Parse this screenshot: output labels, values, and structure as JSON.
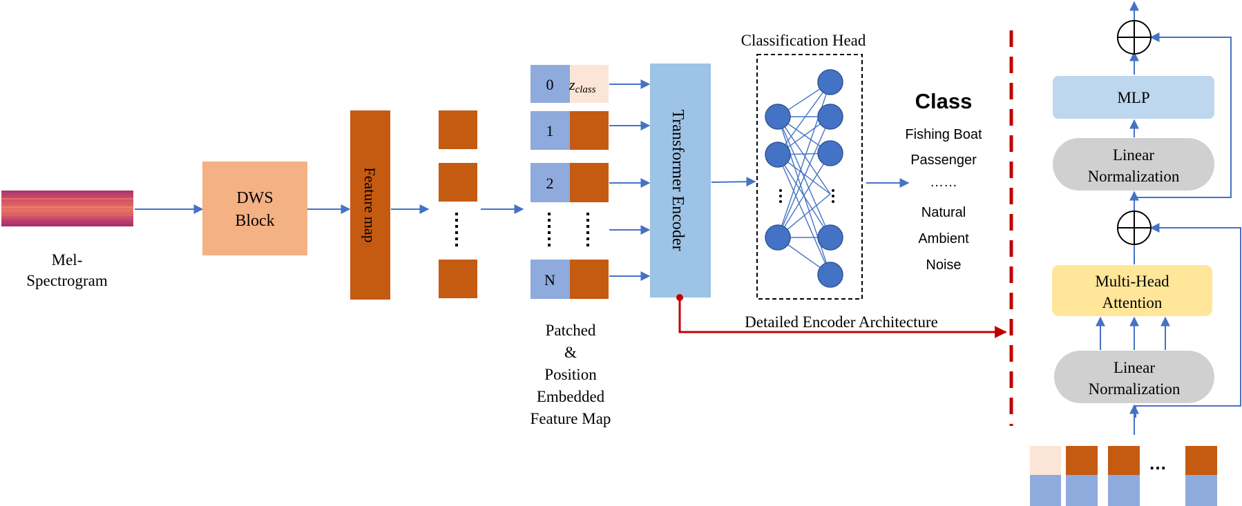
{
  "colors": {
    "orange": "#C55A11",
    "peach": "#F4B183",
    "light_peach": "#FBE5D6",
    "blue_patch": "#8FAADC",
    "transformer_blue": "#9DC3E6",
    "mlp_blue": "#BDD7EE",
    "gray": "#D0D0D0",
    "yellow": "#FFE699",
    "arrow_blue": "#4472C4",
    "node_blue": "#4472C4",
    "red": "#C00000"
  },
  "input": {
    "label_line1": "Mel-",
    "label_line2": "Spectrogram"
  },
  "dws_block": {
    "line1": "DWS",
    "line2": "Block"
  },
  "feature_map": {
    "label": "Feature map"
  },
  "patches": {
    "cls_index": "0",
    "cls_token": "z",
    "cls_subscript": "class",
    "indices": [
      "1",
      "2",
      "N"
    ],
    "caption": [
      "Patched",
      "&",
      "Position",
      "Embedded",
      "Feature Map"
    ]
  },
  "transformer": {
    "label": "Transformer Encoder"
  },
  "classification_head": {
    "title": "Classification Head"
  },
  "classes": {
    "title": "Class",
    "items": [
      "Fishing Boat",
      "Passenger",
      "……",
      "Natural",
      "Ambient",
      "Noise"
    ]
  },
  "detail_link": {
    "label": "Detailed Encoder Architecture"
  },
  "encoder_detail": {
    "mlp": "MLP",
    "norm_top": [
      "Linear",
      "Normalization"
    ],
    "attention": [
      "Multi-Head",
      "Attention"
    ],
    "norm_bottom": [
      "Linear",
      "Normalization"
    ],
    "token_ellipsis": "…"
  }
}
